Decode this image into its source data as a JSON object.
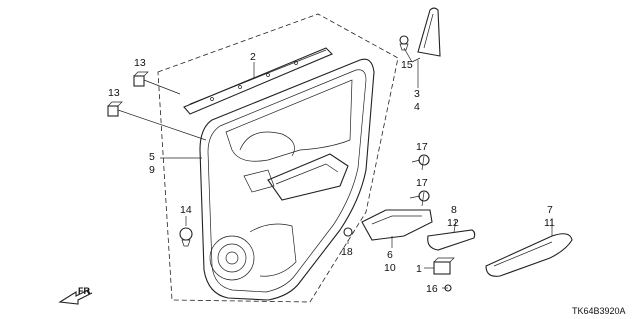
{
  "callouts": {
    "c1": "1",
    "c2": "2",
    "c3": "3",
    "c4": "4",
    "c5": "5",
    "c6": "6",
    "c7": "7",
    "c8": "8",
    "c9": "9",
    "c10": "10",
    "c11": "11",
    "c12": "12",
    "c13a": "13",
    "c13b": "13",
    "c14": "14",
    "c15": "15",
    "c16": "16",
    "c17a": "17",
    "c17b": "17",
    "c18": "18"
  },
  "diagram_code": "TK64B3920A",
  "direction_label": "FR.",
  "colors": {
    "line": "#222222",
    "background": "#ffffff"
  }
}
